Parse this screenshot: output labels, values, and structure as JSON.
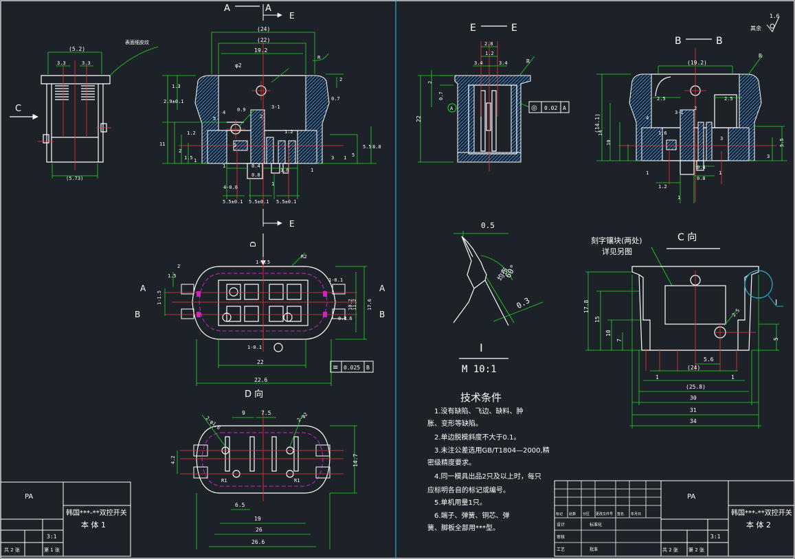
{
  "section_labels": {
    "aa": [
      "A",
      "A"
    ],
    "ee_main": [
      "E",
      "E"
    ],
    "ee_view": [
      "E",
      "E"
    ],
    "bb": [
      "B",
      "B"
    ],
    "d_arrow": "D",
    "c_arrow": "C",
    "section_a": "A",
    "section_b": "B",
    "d_view": "D 向",
    "c_view": "C 向",
    "detail_i": "I",
    "detail_i_marker": "I"
  },
  "detail": {
    "scale": "M 10:1",
    "angle": "60°",
    "spacing": "均布",
    "dim_top": "0.5",
    "dim_side": "0.3"
  },
  "engrave_note": [
    "刻字镶块(两处)",
    "详见另图"
  ],
  "mark_note": "表面细皮纹",
  "roughness": "1.6",
  "roughness_label": "其余",
  "tolerance_boxes": [
    {
      "symbol": "◎",
      "value": "0.02",
      "ref": "A"
    },
    {
      "symbol": "≡",
      "value": "0.025",
      "ref": "B"
    }
  ],
  "tech": {
    "heading": "技术条件",
    "lines": [
      "1.没有缺陷、飞边、缺料、肿",
      "胀、变形等缺陷。",
      "2.单边脱模斜度不大于0.1。",
      "3.未注公差选用GB/T1804—2000,精",
      "密级精度要求。",
      "4.同一模具出品2只及以上时，每只",
      "应标明各自的标记或编号。",
      "5.单机用量1只。",
      "6.端子、弹簧、铜芯、弹",
      "簧、脚板全部用***型。"
    ]
  },
  "title_left": {
    "material": "PA",
    "name": "韩国***-**双控开关",
    "part": "本 体 1",
    "scale": "3:1",
    "sheet": "共 2 张",
    "sheet_no": "第 1 张"
  },
  "title_right": {
    "material": "PA",
    "name": "韩国***-**双控开关",
    "part": "本 体 2",
    "scale": "3:1",
    "sheet": "共 2 张",
    "sheet_no": "第 2 张",
    "cells": [
      "标记",
      "处数",
      "分区",
      "更改文件号",
      "签名",
      "年月日",
      "设计",
      "标准化",
      "审核",
      "工艺",
      "批准"
    ]
  },
  "dims": {
    "aa": [
      "(24)",
      "(22)",
      "19.2",
      "φ2",
      "0.9",
      "3-1",
      "2",
      "R",
      "2",
      "0.7",
      "1.2",
      "5",
      "1.2",
      "4",
      "3",
      "1",
      "11",
      "5",
      "5.5",
      "8.8",
      "0.4",
      "0.8",
      "1.6",
      "1",
      "4-0.6",
      "5.5±0.1",
      "5.5±0.1",
      "5.5±0.1",
      "2.9±0.1",
      "1.3",
      "2",
      "3",
      "1",
      "1",
      "1",
      "1.5"
    ],
    "side": [
      "(5.2)",
      "3.3",
      "3.3",
      "(5.73)"
    ],
    "top": [
      "1-0.5",
      "1-0.1",
      "10.2",
      "R2",
      "11.2",
      "17.6",
      "0.8",
      "1.6",
      "2",
      "1-0.1",
      "22",
      "22.6",
      "1-1.5",
      "1.5"
    ],
    "dview": [
      "9",
      "7.5",
      "2-φ1.6",
      "2-φ2",
      "4.2",
      "14.7",
      "6.5",
      "19",
      "26",
      "26.6",
      "R1",
      "R1"
    ],
    "ee": [
      "2.8",
      "1.2",
      "3.4",
      "3.4",
      "2",
      "0.7",
      "22",
      "R"
    ],
    "bb": [
      "(19.2)",
      "R",
      "2.5",
      "2.5",
      "3-1",
      "2",
      "1.6",
      "4",
      "(14.1)",
      "10",
      "14",
      "3",
      "3",
      "5.5",
      "0.4",
      "0.8",
      "1",
      "1.2",
      "1",
      "1"
    ],
    "cview": [
      "17.8",
      "15",
      "10",
      "7",
      "5",
      "2.5",
      "5.6",
      "(24)",
      "1",
      "1",
      "(25.8)",
      "30",
      "31",
      "34"
    ]
  }
}
